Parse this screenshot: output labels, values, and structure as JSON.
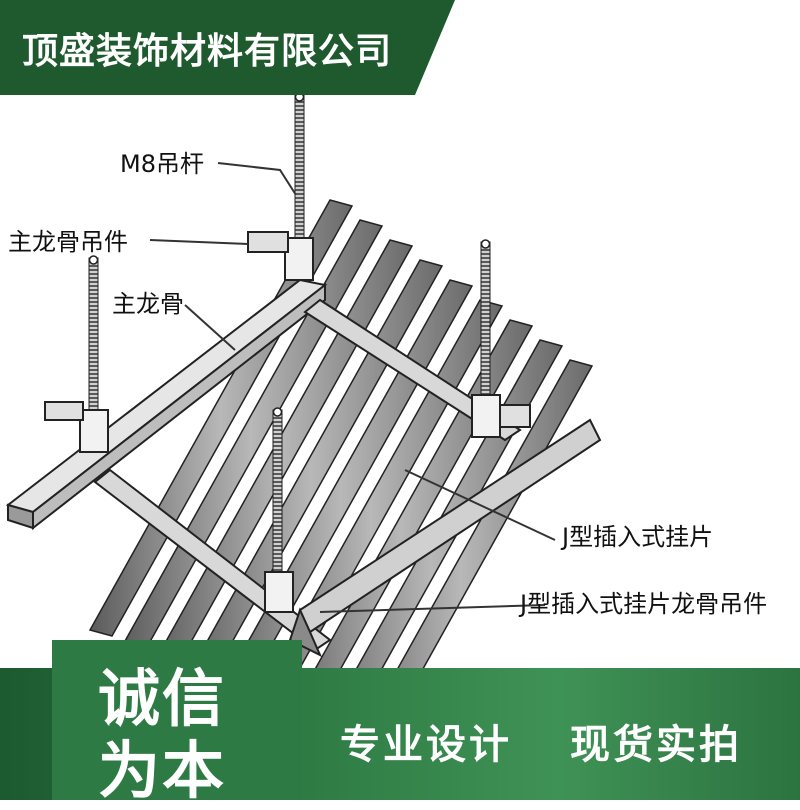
{
  "header": {
    "company_name": "顶盛装饰材料有限公司",
    "banner_color": "#1e5a2e"
  },
  "diagram": {
    "labels": {
      "rod": "M8吊杆",
      "main_hanger": "主龙骨吊件",
      "main_keel": "主龙骨",
      "j_panel": "J型插入式挂片",
      "j_keel_hanger": "J型插入式挂片龙骨吊件"
    },
    "component_icons": [
      "threaded-rod-icon",
      "hanger-bracket-icon",
      "keel-channel-icon",
      "panel-fin-icon"
    ]
  },
  "footer": {
    "badge_line1": "诚信",
    "badge_line2": "为本",
    "slogan1": "专业设计",
    "slogan2": "现货实拍",
    "accent": "#2d7a44"
  }
}
